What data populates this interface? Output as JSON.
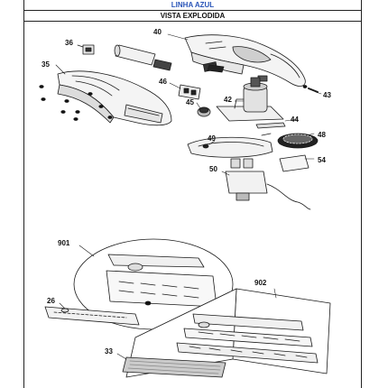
{
  "header": {
    "product_line": "LINHA AZUL",
    "section_title": "VISTA EXPLODIDA"
  },
  "part_labels": {
    "p36": "36",
    "p40": "40",
    "p35": "35",
    "p46": "46",
    "p45": "45",
    "p42": "42",
    "p43": "43",
    "p44": "44",
    "p48": "48",
    "p49": "49",
    "p54": "54",
    "p50": "50",
    "p901": "901",
    "p902": "902",
    "p26": "26",
    "p33": "33"
  },
  "colors": {
    "line": "#1a1a1a",
    "fill_light": "#f2f2f2",
    "fill_dark": "#333333",
    "header_blue": "#2a55b8"
  }
}
